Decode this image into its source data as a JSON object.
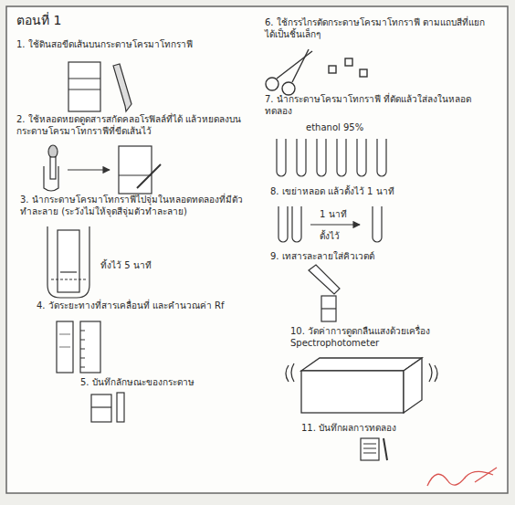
{
  "diagram": {
    "title": "ตอนที่ 1",
    "labels": [
      "1. ใช้ดินสอขีดเส้นบนกระดาษโครมาโทกราฟี",
      "2. ใช้หลอดหยดดูดสารสกัดคลอโรฟิลล์ที่ได้ แล้วหยดลงบนกระดาษโครมาโทกราฟีที่ขีดเส้นไว้",
      "3. นำกระดาษโครมาโทกราฟีไปจุ่มในหลอดทดลองที่มีตัวทำละลาย (ระวังไม่ให้จุดสีจุ่มตัวทำละลาย)",
      "ทิ้งไว้ 5 นาที",
      "4. วัดระยะทางที่สารเคลื่อนที่ และคำนวณค่า Rf",
      "5. บันทึกลักษณะของกระดาษ",
      "6. ใช้กรรไกรตัดกระดาษโครมาโทกราฟี ตามแถบสีที่แยกได้เป็นชิ้นเล็กๆ",
      "7. นำกระดาษโครมาโทกราฟี ที่ตัดแล้วใส่ลงในหลอดทดลอง",
      "ethanol 95%",
      "8. เขย่าหลอด แล้วตั้งไว้ 1 นาที",
      "1 นาที",
      "ตั้งไว้",
      "9. เทสารละลายใส่คิวเวตต์",
      "10. วัดค่าการดูดกลืนแสงด้วยเครื่อง Spectrophotometer",
      "11. บันทึกผลการทดลอง"
    ]
  }
}
